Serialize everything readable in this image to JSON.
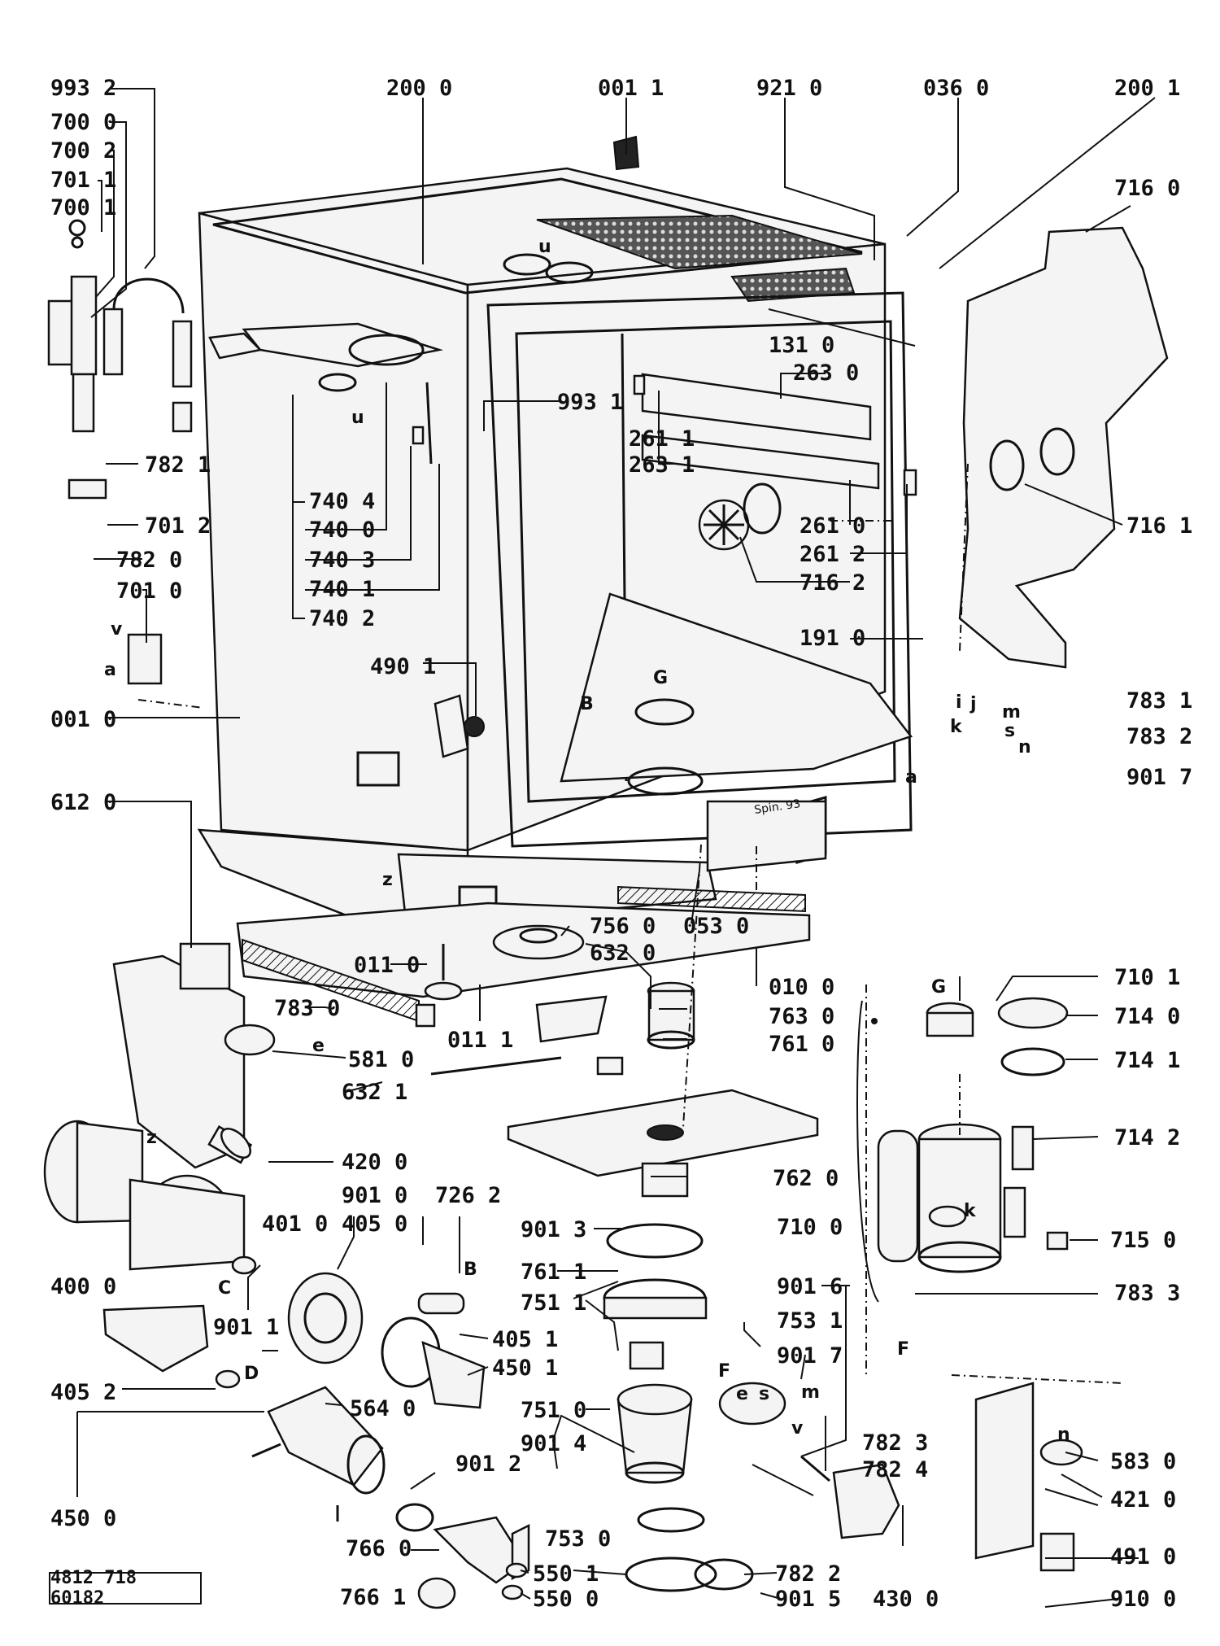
{
  "document_number": "4812 718 60182",
  "part_labels": {
    "p9932": "993 2",
    "p7000": "700 0",
    "p7002": "700 2",
    "p7011": "701 1",
    "p7001": "700 1",
    "p2000": "200 0",
    "p0011": "001 1",
    "p9210": "921 0",
    "p0360": "036 0",
    "p2001": "200 1",
    "p7160": "716 0",
    "p1310": "131 0",
    "p2630": "263 0",
    "p9931": "993 1",
    "p2611": "261 1",
    "p2631": "263 1",
    "p7821": "782 1",
    "p7404": "740 4",
    "p7400": "740 0",
    "p7403": "740 3",
    "p7401": "740 1",
    "p7402": "740 2",
    "p7012": "701 2",
    "p7820": "782 0",
    "p7010": "701 0",
    "p7161": "716 1",
    "p2610": "261 0",
    "p2612": "261 2",
    "p7162": "716 2",
    "p1910": "191 0",
    "p4901": "490 1",
    "p0010": "001 0",
    "p7831": "783 1",
    "p7832": "783 2",
    "p9017a": "901 7",
    "p6120": "612 0",
    "p7560": "756 0",
    "p0530": "053 0",
    "p6320": "632 0",
    "p0110": "011 0",
    "p0100": "010 0",
    "p7830": "783 0",
    "p0111": "011 1",
    "p7630": "763 0",
    "p7610": "761 0",
    "p5810": "581 0",
    "p6321": "632 1",
    "p7101": "710 1",
    "p7140": "714 0",
    "p7141": "714 1",
    "p7142": "714 2",
    "p4200": "420 0",
    "p7620": "762 0",
    "p9010": "901 0",
    "p7262": "726 2",
    "p4010": "401 0",
    "p4050": "405 0",
    "p9013": "901 3",
    "p7100": "710 0",
    "p7150": "715 0",
    "p4000": "400 0",
    "p7611": "761 1",
    "p9016": "901 6",
    "p7833": "783 3",
    "p7511": "751 1",
    "p7531": "753 1",
    "p9011": "901 1",
    "p4051": "405 1",
    "p9017b": "901 7",
    "p4501": "450 1",
    "p4052": "405 2",
    "p5640": "564 0",
    "p7510": "751 0",
    "p7823": "782 3",
    "p9014": "901 4",
    "p7824": "782 4",
    "p5830": "583 0",
    "p9012": "901 2",
    "p4210": "421 0",
    "p4500": "450 0",
    "p7660": "766 0",
    "p7530": "753 0",
    "p4910": "491 0",
    "p5501": "550 1",
    "p7822": "782 2",
    "p7661": "766 1",
    "p5500": "550 0",
    "p9015": "901 5",
    "p4300": "430 0",
    "p9100": "910 0"
  },
  "connection_letters": {
    "u1": "u",
    "u2": "u",
    "v1": "v",
    "a1": "a",
    "a2": "a",
    "B1": "B",
    "B2": "B",
    "G1": "G",
    "G2": "G",
    "z1": "z",
    "z2": "z",
    "e1": "e",
    "e2": "e",
    "C1": "C",
    "D1": "D",
    "F1": "F",
    "F2": "F",
    "i1": "i",
    "j1": "j",
    "k1": "k",
    "s1": "s",
    "s2": "s",
    "m1": "m",
    "m2": "m",
    "n1": "n",
    "n2": "n",
    "k2": "k",
    "v2": "v"
  },
  "stamp_text": "Spin. 93"
}
